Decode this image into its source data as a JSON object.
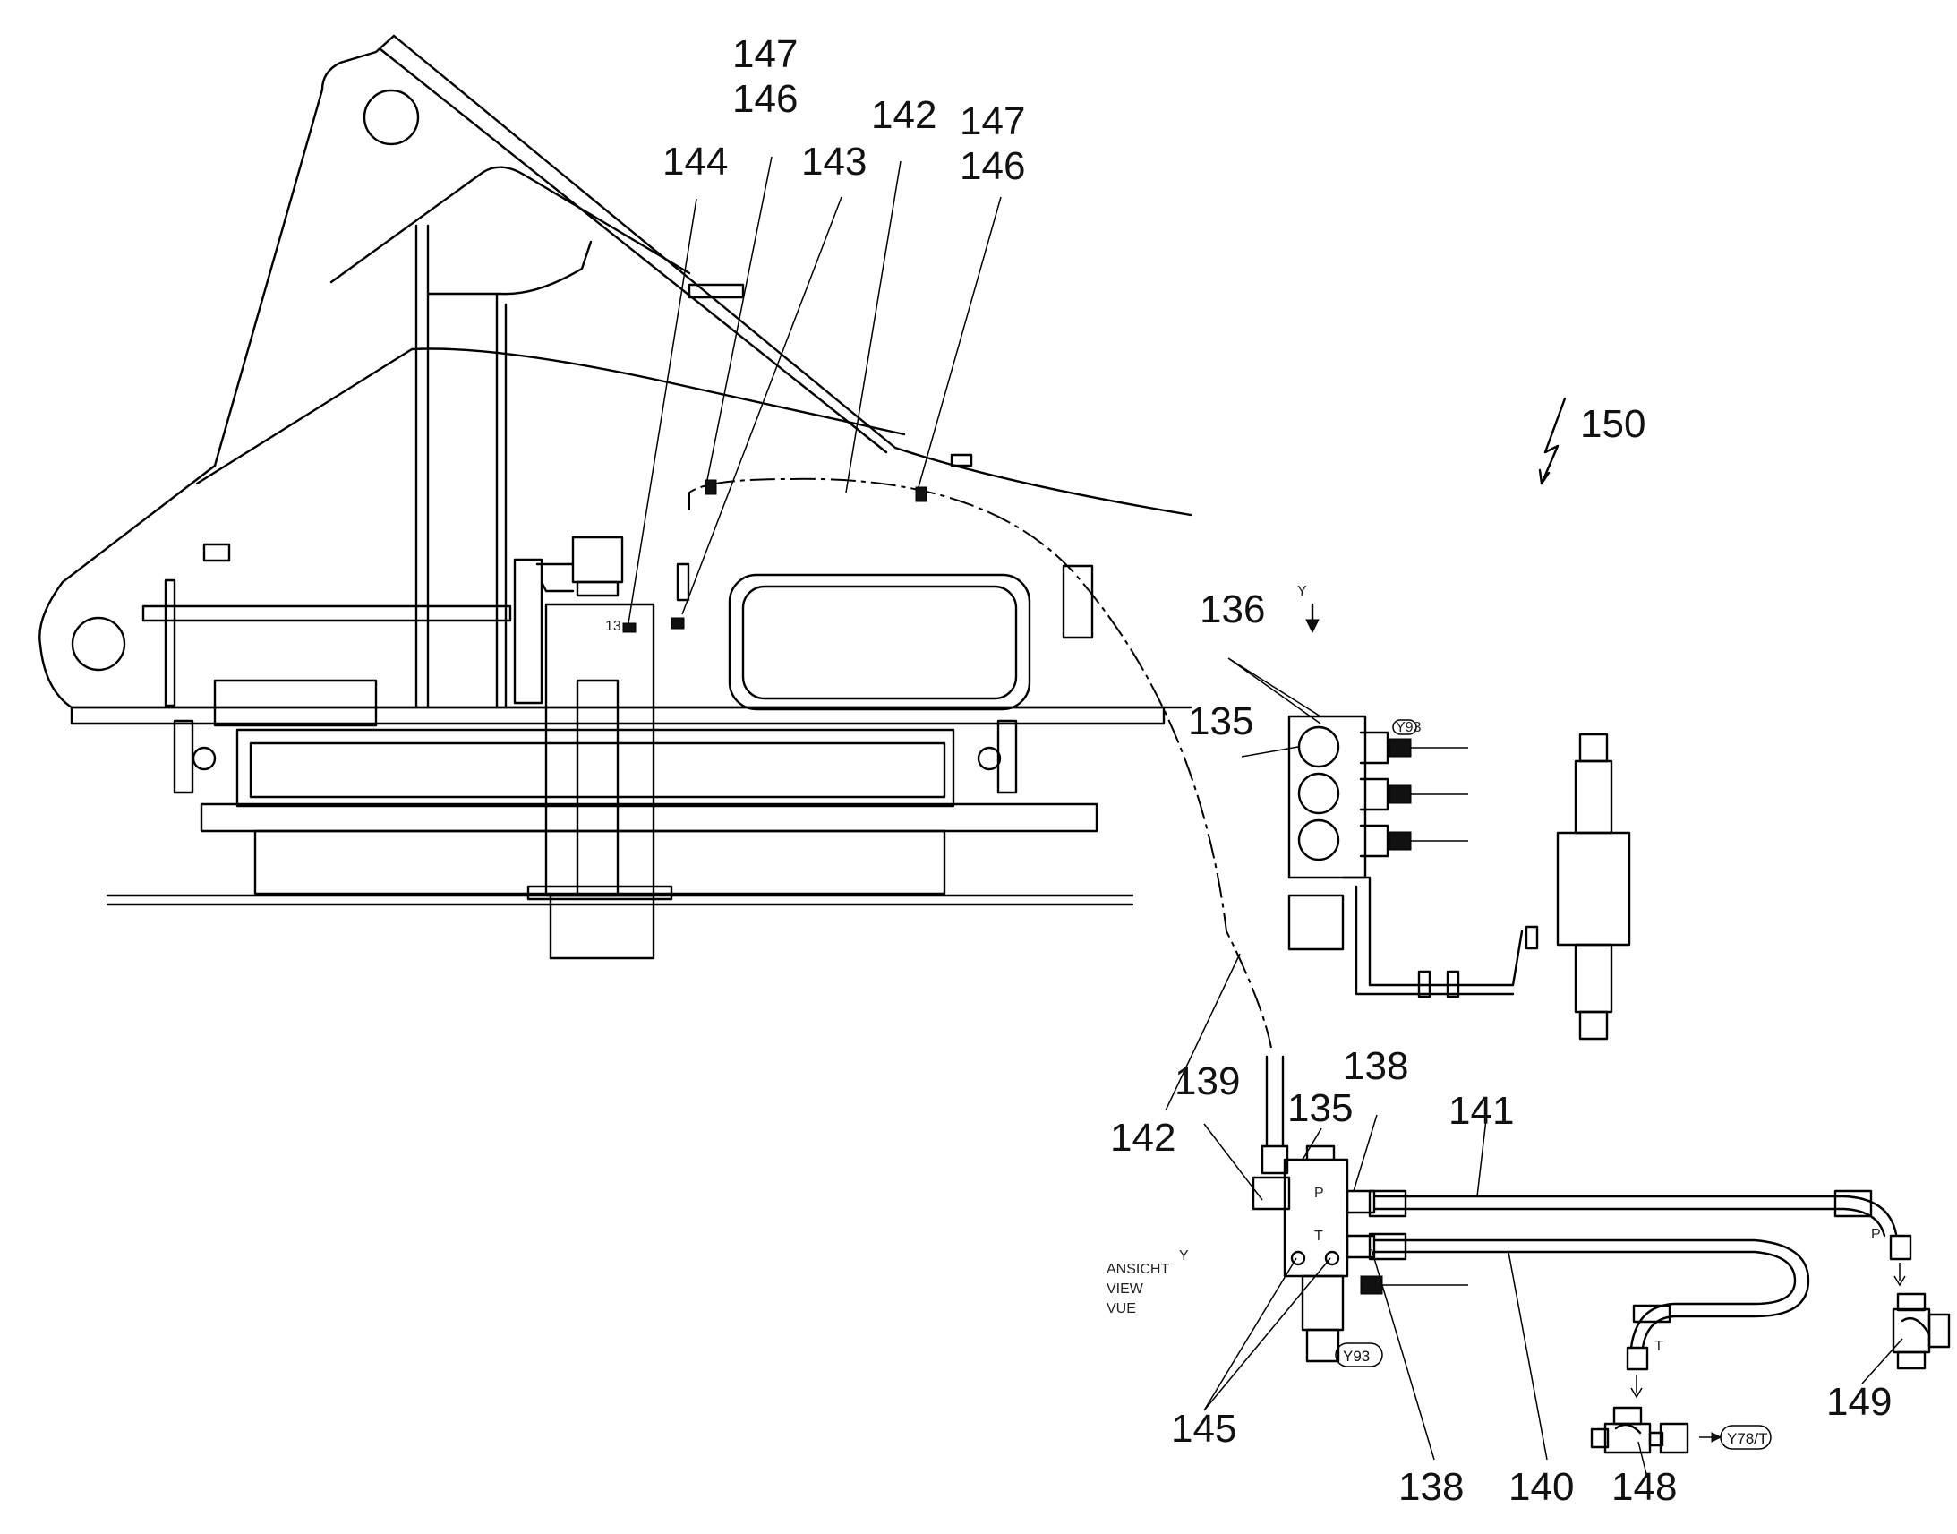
{
  "labels": {
    "l147a": "147",
    "l146a": "146",
    "l144": "144",
    "l143": "143",
    "l142a": "142",
    "l147b": "147",
    "l146b": "146",
    "l150": "150",
    "l136": "136",
    "l135a": "135",
    "l142b": "142",
    "l139": "139",
    "l135b": "135",
    "l138a": "138",
    "l141": "141",
    "l145": "145",
    "l138b": "138",
    "l140": "140",
    "l148": "148",
    "l149": "149"
  },
  "view_caption": {
    "line1": "ANSICHT",
    "line2": "VIEW",
    "line3": "VUE",
    "mark": "Y"
  },
  "arrow_y_label": "Y",
  "tags": {
    "y93_top": "Y93",
    "y93_bottom": "Y93",
    "y78t": "Y78/T"
  },
  "port_marks": {
    "p": "P",
    "t": "T",
    "tag_13": "13"
  }
}
